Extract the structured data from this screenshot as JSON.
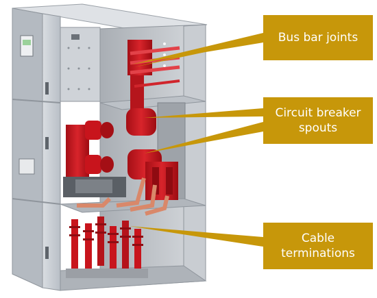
{
  "colors": {
    "callout_fill": "#C7970A",
    "callout_text": "#FFFFFF",
    "cabinet_steel": "#C5CAD0",
    "component_red": "#C8141C",
    "copper": "#D9886A"
  },
  "callouts": {
    "busbar": "Bus bar joints",
    "breaker_line1": "Circuit breaker",
    "breaker_line2": "spouts",
    "cable_line1": "Cable",
    "cable_line2": "terminations"
  },
  "icons": [
    "switchgear-cabinet-illustration"
  ]
}
